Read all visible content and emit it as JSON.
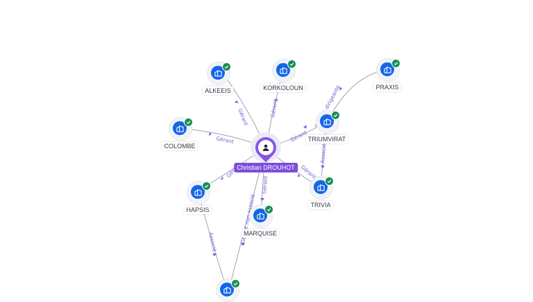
{
  "person": {
    "name": "Christian DROUHOT",
    "icon": "person-icon",
    "color": "#7c4ddb"
  },
  "companies": [
    {
      "id": "alkeeis",
      "label": "ALKEEIS",
      "icon": "company-building-icon",
      "verified": true
    },
    {
      "id": "korkoloun",
      "label": "KORKOLOUN",
      "icon": "company-building-icon",
      "verified": true
    },
    {
      "id": "praxis",
      "label": "PRAXIS",
      "icon": "company-building-icon",
      "verified": true
    },
    {
      "id": "colombe",
      "label": "COLOMBE",
      "icon": "company-building-icon",
      "verified": true
    },
    {
      "id": "triumvirat",
      "label": "TRIUMVIRAT",
      "icon": "company-building-icon",
      "verified": true
    },
    {
      "id": "hapsis",
      "label": "HAPSIS",
      "icon": "company-building-icon",
      "verified": true
    },
    {
      "id": "trivia",
      "label": "TRIVIA",
      "icon": "company-building-icon",
      "verified": true
    },
    {
      "id": "marquise",
      "label": "MARQUISE",
      "icon": "company-building-icon",
      "verified": true
    },
    {
      "id": "bottom",
      "label": "",
      "icon": "company-building-icon",
      "verified": true
    }
  ],
  "relations": [
    {
      "from": "person",
      "to": "alkeeis",
      "label": "Gérant"
    },
    {
      "from": "person",
      "to": "korkoloun",
      "label": "Gérant"
    },
    {
      "from": "person",
      "to": "colombe",
      "label": "Gérant"
    },
    {
      "from": "person",
      "to": "triumvirat",
      "label": "Gérant"
    },
    {
      "from": "person",
      "to": "hapsis",
      "label": "Gérant"
    },
    {
      "from": "person",
      "to": "trivia",
      "label": "Gérant"
    },
    {
      "from": "person",
      "to": "marquise",
      "label": "Gérant"
    },
    {
      "from": "person",
      "to": "bottom",
      "label": "Gérant non associé"
    },
    {
      "from": "triumvirat",
      "to": "praxis",
      "label": "Société dirigeante"
    },
    {
      "from": "triumvirat",
      "to": "trivia",
      "label": "Associé"
    },
    {
      "from": "hapsis",
      "to": "bottom",
      "label": "Associé"
    }
  ],
  "colors": {
    "company": "#1466e8",
    "verified": "#1a8f55",
    "edge": "#9aa3b5",
    "edge_label": "#6b63d9"
  }
}
